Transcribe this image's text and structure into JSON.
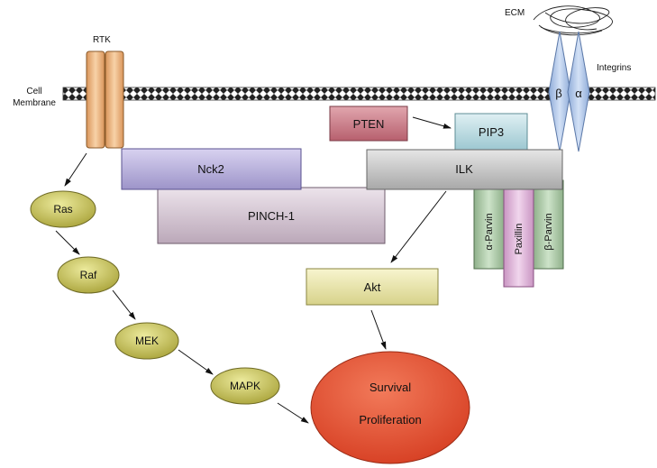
{
  "labels": {
    "ecm": "ECM",
    "rtk": "RTK",
    "integrins": "Integrins",
    "membrane_line1": "Cell",
    "membrane_line2": "Membrane",
    "beta": "β",
    "alpha": "α",
    "pten": "PTEN",
    "pip3": "PIP3",
    "nck2": "Nck2",
    "ilk": "ILK",
    "pinch1": "PINCH-1",
    "alpha_parvin": "α-Parvin",
    "paxillin": "Paxillin",
    "beta_parvin": "β-Parvin",
    "akt": "Akt",
    "ras": "Ras",
    "raf": "Raf",
    "mek": "MEK",
    "mapk": "MAPK",
    "outcome_line1": "Survival",
    "outcome_line2": "Proliferation"
  },
  "colors": {
    "rtk": "#f0b97e",
    "integrin": "#a9c3ea",
    "pten": "#c97a86",
    "pip3": "#b9dce3",
    "nck2": "#b6aedb",
    "ilk": "#c8c8c8",
    "pinch1": "#d7c9d6",
    "parvin": "#a9c8a4",
    "paxillin": "#e2b6dc",
    "akt": "#eeeaaa",
    "kinase_oval": "#c6c15a",
    "outcome": "#e8553a"
  }
}
